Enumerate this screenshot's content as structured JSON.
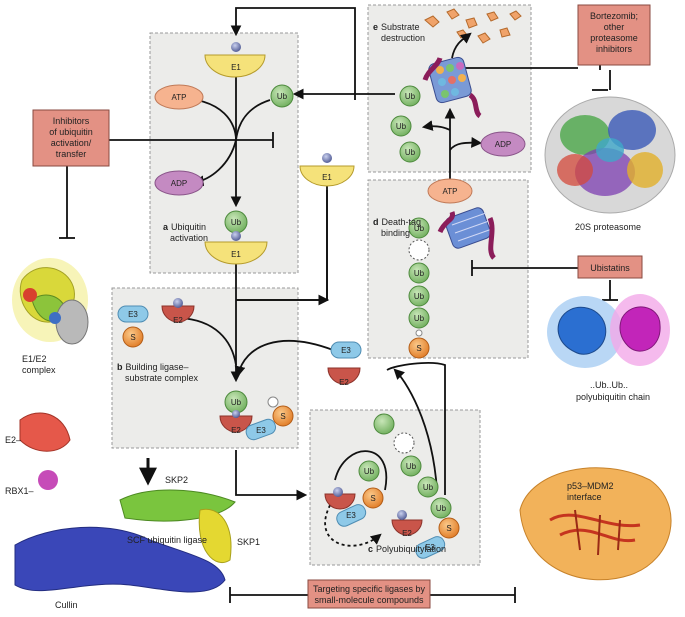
{
  "steps": {
    "a": {
      "letter": "a",
      "line1": "Ubiquitin",
      "line2": "activation"
    },
    "b": {
      "letter": "b",
      "line1": "Building ligase–",
      "line2": "substrate complex"
    },
    "c": {
      "letter": "c",
      "line1": "Polyubiquitylation"
    },
    "d": {
      "letter": "d",
      "line1": "Death-tag",
      "line2": "binding"
    },
    "e": {
      "letter": "e",
      "line1": "Substrate",
      "line2": "destruction"
    }
  },
  "molecules": {
    "e1": "E1",
    "e2": "E2",
    "e3": "E3",
    "ub": "Ub",
    "s": "S",
    "atp": "ATP",
    "adp": "ADP"
  },
  "inhibitors": {
    "ubiquitin_activation": [
      "Inhibitors",
      "of ubiquitin",
      "activation/",
      "transfer"
    ],
    "bortezomib": [
      "Bortezomib;",
      "other",
      "proteasome",
      "inhibitors"
    ],
    "ubistatins": "Ubistatins",
    "ligases": [
      "Targeting specific ligases by",
      "small-molecule compounds"
    ]
  },
  "structures": {
    "e1e2": [
      "E1/E2",
      "complex"
    ],
    "proteasome": "20S proteasome",
    "polyub": [
      "..Ub..Ub..",
      "polyubiquitin chain"
    ],
    "p53": [
      "p53–MDM2",
      "interface"
    ],
    "scf": "SCF ubiquitin ligase",
    "skp2": "SKP2",
    "skp1": "SKP1",
    "cullin": "Cullin",
    "e2": "E2–",
    "rbx1": "RBX1–"
  },
  "colors": {
    "inhibitor_box": "#e39184",
    "step_box": "#ececea",
    "ub": "#8cc47a",
    "e1": "#f5e27a",
    "e2": "#c9554a",
    "e3": "#8ec9e8",
    "substrate": "#f0923a",
    "atp": "#f6b38f",
    "adp": "#c48ac2"
  }
}
